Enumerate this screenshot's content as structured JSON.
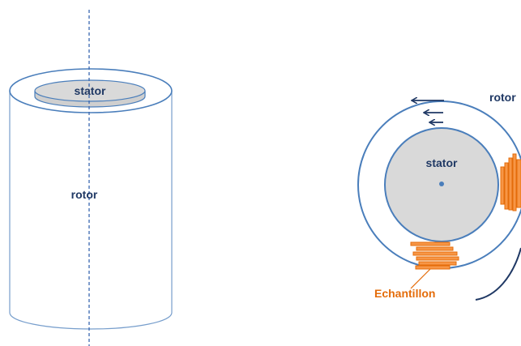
{
  "left_diagram": {
    "stator_label": "stator",
    "rotor_label": "rotor"
  },
  "right_diagram": {
    "rotor_label": "rotor",
    "stator_label": "stator",
    "sample_label": "Echantillon"
  },
  "colors": {
    "label_blue": "#1f3864",
    "outline_blue": "#4a7ebb",
    "axis_blue": "#3a66b0",
    "stator_fill": "#d9d9d9",
    "sample_orange": "#e46c0a",
    "sample_fill": "#f79646",
    "arrow_navy": "#1f3864"
  }
}
